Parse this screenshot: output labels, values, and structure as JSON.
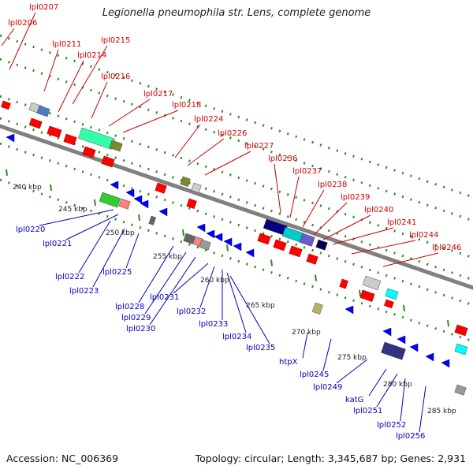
{
  "header": {
    "title": "Legionella pneumophila str. Lens, complete genome"
  },
  "footer": {
    "accession": "Accession: NC_006369",
    "topology": "Topology: circular; Length: 3,345,687 bp; Genes: 2,931"
  },
  "colors": {
    "forward_label": "#cc0000",
    "reverse_label": "#0000bb",
    "forward_gene": "#ff0000",
    "reverse_gene": "#0000ff",
    "backbone": "#808080",
    "tick_marks": "#2e8b1f"
  },
  "map": {
    "axis": {
      "kbp_ticks": [
        "240 kbp",
        "245 kbp",
        "250 kbp",
        "255 kbp",
        "260 kbp",
        "265 kbp",
        "270 kbp",
        "275 kbp",
        "280 kbp",
        "285 kbp"
      ]
    },
    "forward_labels": [
      "lpl0207",
      "lpl0206",
      "lpl0211",
      "lpl0215",
      "lpl0214",
      "lpl0216",
      "lpl0217",
      "lpl0218",
      "lpl0224",
      "lpl0226",
      "lpl0227",
      "lpl0236",
      "lpl0237",
      "lpl0238",
      "lpl0239",
      "lpl0240",
      "lpl0241",
      "lpl0244",
      "lpl0246"
    ],
    "reverse_labels": [
      "lpl0220",
      "lpl0221",
      "lpl0222",
      "lpl0223",
      "lpl0225",
      "lpl0228",
      "lpl0229",
      "lpl0230",
      "lpl0231",
      "lpl0232",
      "lpl0233",
      "lpl0234",
      "lpl0235",
      "htpX",
      "lpl0245",
      "lpl0249",
      "katG",
      "lpl0251",
      "lpl0252",
      "lpl0256"
    ]
  }
}
